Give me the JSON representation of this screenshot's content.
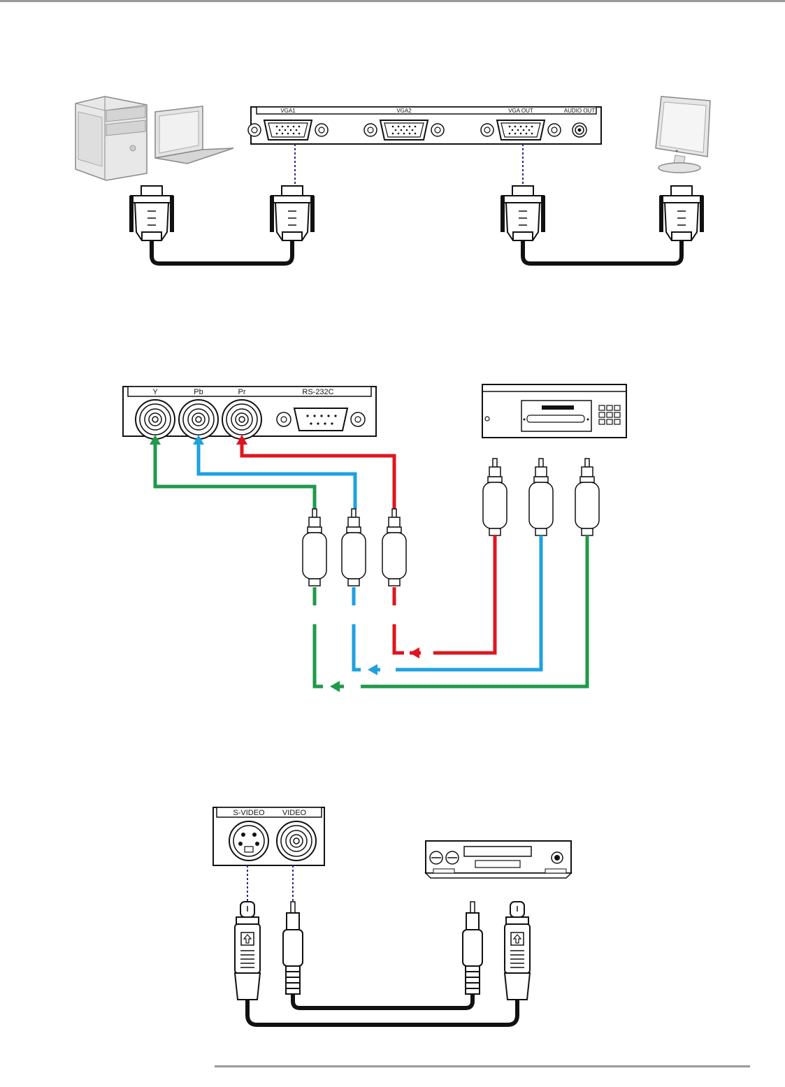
{
  "section_vga": {
    "port_labels": {
      "vga1": "VGA1",
      "vga2": "VGA2",
      "vga_out": "VGA OUT",
      "audio_out": "AUDIO OUT"
    },
    "icons": [
      "desktop-pc-icon",
      "laptop-icon",
      "lcd-monitor-icon",
      "vga-connector-icon"
    ]
  },
  "section_component": {
    "port_labels": {
      "y": "Y",
      "pb": "Pb",
      "pr": "Pr",
      "rs232c": "RS-232C"
    },
    "icons": [
      "dvd-player-icon",
      "rca-plug-icon",
      "arrow-icon"
    ],
    "cable_colors": {
      "y": "#1f9a4a",
      "pb": "#1ea1e0",
      "pr": "#e0141e"
    }
  },
  "section_video": {
    "port_labels": {
      "s_video": "S-VIDEO",
      "video": "VIDEO"
    },
    "icons": [
      "vcr-icon",
      "s-video-plug-icon",
      "rca-plug-icon"
    ]
  },
  "colors": {
    "dash": "#2a2a8a",
    "cable": "#111111",
    "rule": "#9a9a9a"
  }
}
